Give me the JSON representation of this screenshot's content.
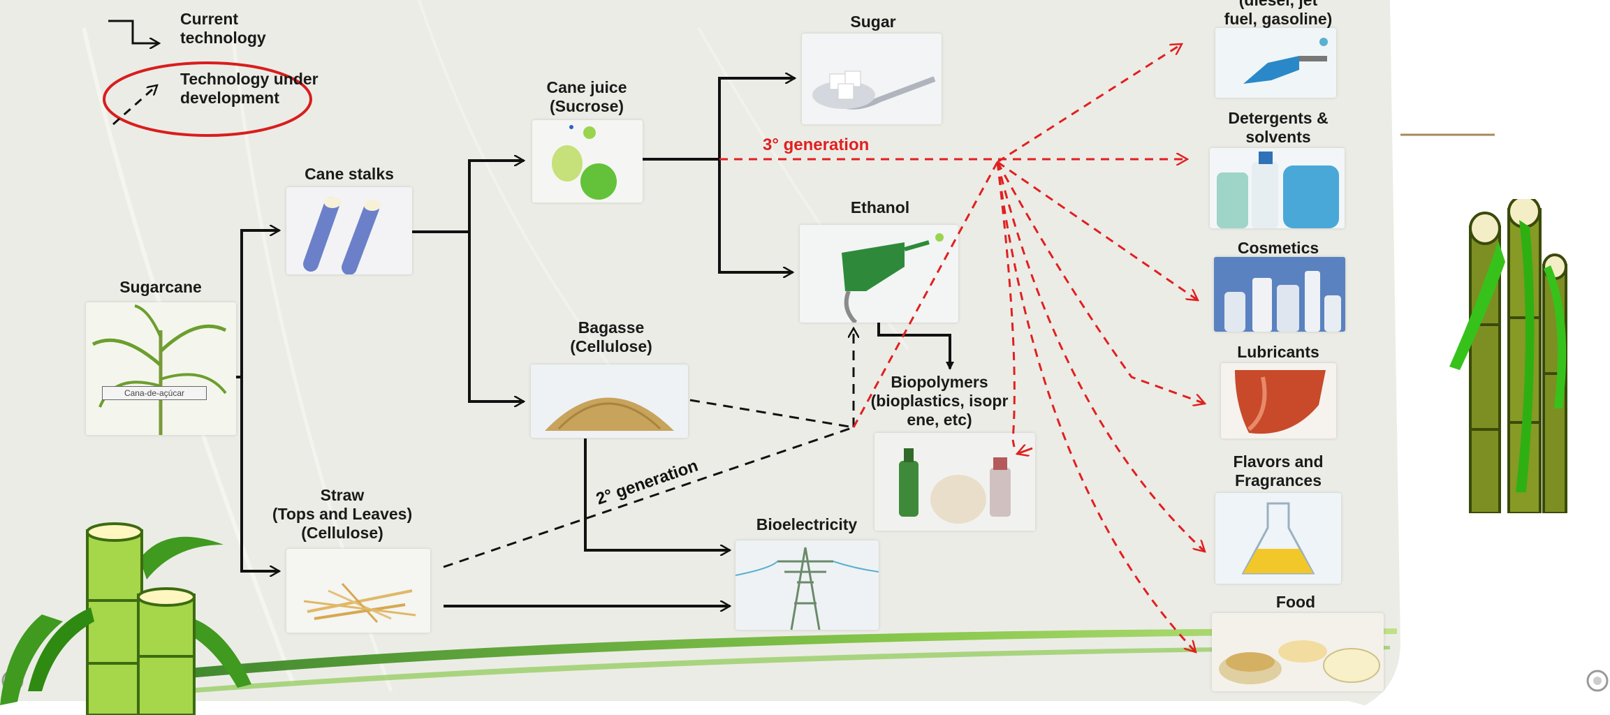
{
  "legend": {
    "current_label": "Current\ntechnology",
    "dev_label": "Technology under\ndevelopment"
  },
  "nodes": {
    "sugarcane": "Sugarcane",
    "sugarcane_tag": "Cana-de-açúcar",
    "cane_stalks": "Cane stalks",
    "cane_juice": "Cane juice\n(Sucrose)",
    "sugar": "Sugar",
    "ethanol": "Ethanol",
    "bagasse": "Bagasse\n(Cellulose)",
    "biopolymers": "Biopolymers\n(bioplastics, isopr\nene, etc)",
    "straw": "Straw\n(Tops and Leaves)\n(Cellulose)",
    "bioelectricity": "Bioelectricity"
  },
  "generations": {
    "third": "3° generation",
    "second": "2° generation"
  },
  "products": [
    {
      "key": "fuels",
      "label": "(diesel, jet\nfuel, gasoline)"
    },
    {
      "key": "detergents",
      "label": "Detergents &\nsolvents"
    },
    {
      "key": "cosmetics",
      "label": "Cosmetics"
    },
    {
      "key": "lubricants",
      "label": "Lubricants"
    },
    {
      "key": "flavors",
      "label": "Flavors and\nFragrances"
    },
    {
      "key": "food",
      "label": "Food"
    }
  ],
  "colors": {
    "background": "#ecece6",
    "current_arrow": "#111111",
    "dev_arrow_red": "#e02020",
    "dev_arrow_black": "#111111",
    "legend_ellipse": "#d81e1e",
    "third_gen_text": "#e02020",
    "cane_green": "#7cc43a",
    "swoosh_green": "#5aa52c"
  }
}
